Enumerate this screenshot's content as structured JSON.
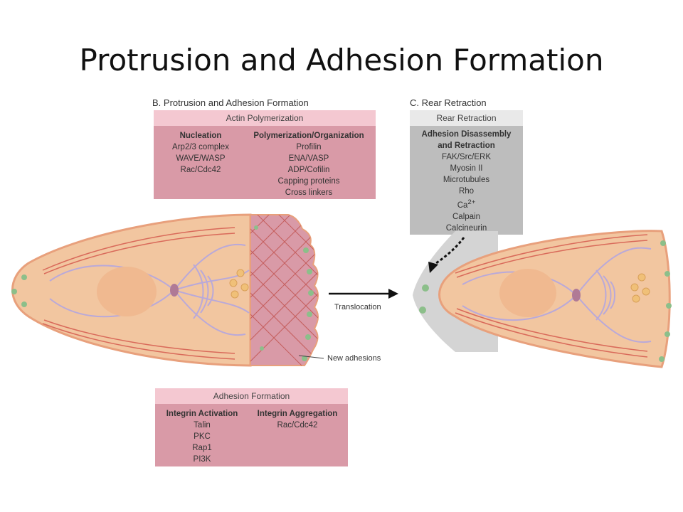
{
  "slide": {
    "title": "Protrusion and Adhesion Formation"
  },
  "panel_b": {
    "title": "B. Protrusion and Adhesion Formation",
    "actin": {
      "header": "Actin Polymerization",
      "nucleation": {
        "heading": "Nucleation",
        "items": [
          "Arp2/3 complex",
          "WAVE/WASP",
          "Rac/Cdc42"
        ]
      },
      "polymerization": {
        "heading": "Polymerization/Organization",
        "items": [
          "Profilin",
          "ENA/VASP",
          "ADP/Cofilin",
          "Capping proteins",
          "Cross linkers"
        ]
      }
    },
    "adhesion": {
      "header": "Adhesion Formation",
      "activation": {
        "heading": "Integrin Activation",
        "items": [
          "Talin",
          "PKC",
          "Rap1",
          "PI3K"
        ]
      },
      "aggregation": {
        "heading": "Integrin Aggregation",
        "items": [
          "Rac/Cdc42"
        ]
      }
    }
  },
  "panel_c": {
    "title": "C. Rear Retraction",
    "header": "Rear Retraction",
    "heading_line1": "Adhesion Disassembly",
    "heading_line2": "and Retraction",
    "items": [
      "FAK/Src/ERK",
      "Myosin II",
      "Microtubules",
      "Rho"
    ],
    "ca_base": "Ca",
    "ca_sup": "2+",
    "items2": [
      "Calpain",
      "Calcineurin"
    ]
  },
  "labels": {
    "translocation": "Translocation",
    "new_adhesions": "New adhesions"
  },
  "colors": {
    "cell_fill": "#f2c6a0",
    "cell_edge": "#e8a07c",
    "protrusion_fill": "#d99aa7",
    "nucleus": "#f0b990",
    "adhesion_green": "#8cbf8a",
    "vesicle": "#f0c078",
    "microtubule": "#b9a9d9",
    "shadow": "#d4d4d4"
  }
}
